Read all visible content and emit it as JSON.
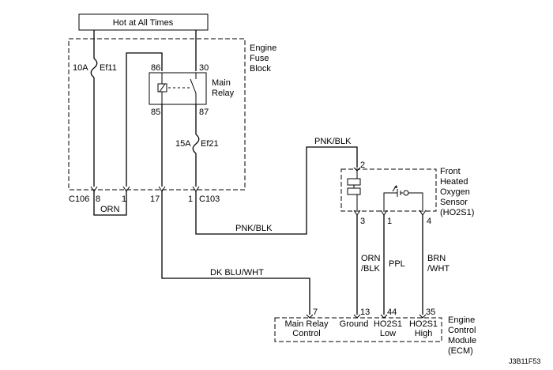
{
  "header": {
    "power_label": "Hot at All Times"
  },
  "fuse_block": {
    "label_lines": [
      "Engine",
      "Fuse",
      "Block"
    ],
    "fuse_ef11": {
      "rating": "10A",
      "name": "Ef11"
    },
    "fuse_ef21": {
      "rating": "15A",
      "name": "Ef21"
    },
    "relay": {
      "label_lines": [
        "Main",
        "Relay"
      ],
      "pins": {
        "p86": "86",
        "p30": "30",
        "p85": "85",
        "p87": "87"
      }
    }
  },
  "connectors": {
    "c106": {
      "name": "C106",
      "pin_a": "8",
      "pin_b": "1"
    },
    "pin_17": "17",
    "c103": {
      "name": "C103",
      "pin": "1"
    }
  },
  "wires": {
    "orn": "ORN",
    "pnk_blk_top": "PNK/BLK",
    "pnk_blk_mid": "PNK/BLK",
    "dk_blu_wht": "DK BLU/WHT",
    "orn_blk_lines": [
      "ORN",
      "/BLK"
    ],
    "ppl": "PPL",
    "brn_wht_lines": [
      "BRN",
      "/WHT"
    ]
  },
  "sensor": {
    "label_lines": [
      "Front",
      "Heated",
      "Oxygen",
      "Sensor",
      "(HO2S1)"
    ],
    "pins": {
      "p2": "2",
      "p3": "3",
      "p1": "1",
      "p4": "4"
    }
  },
  "ecm": {
    "label_lines": [
      "Engine",
      "Control",
      "Module",
      "(ECM)"
    ],
    "terminals": [
      {
        "pin": "7",
        "label_lines": [
          "Main Relay",
          "Control"
        ]
      },
      {
        "pin": "13",
        "label_lines": [
          "Ground"
        ]
      },
      {
        "pin": "44",
        "label_lines": [
          "HO2S1",
          "Low"
        ]
      },
      {
        "pin": "35",
        "label_lines": [
          "HO2S1",
          "High"
        ]
      }
    ]
  },
  "figure_code": "J3B11F53"
}
